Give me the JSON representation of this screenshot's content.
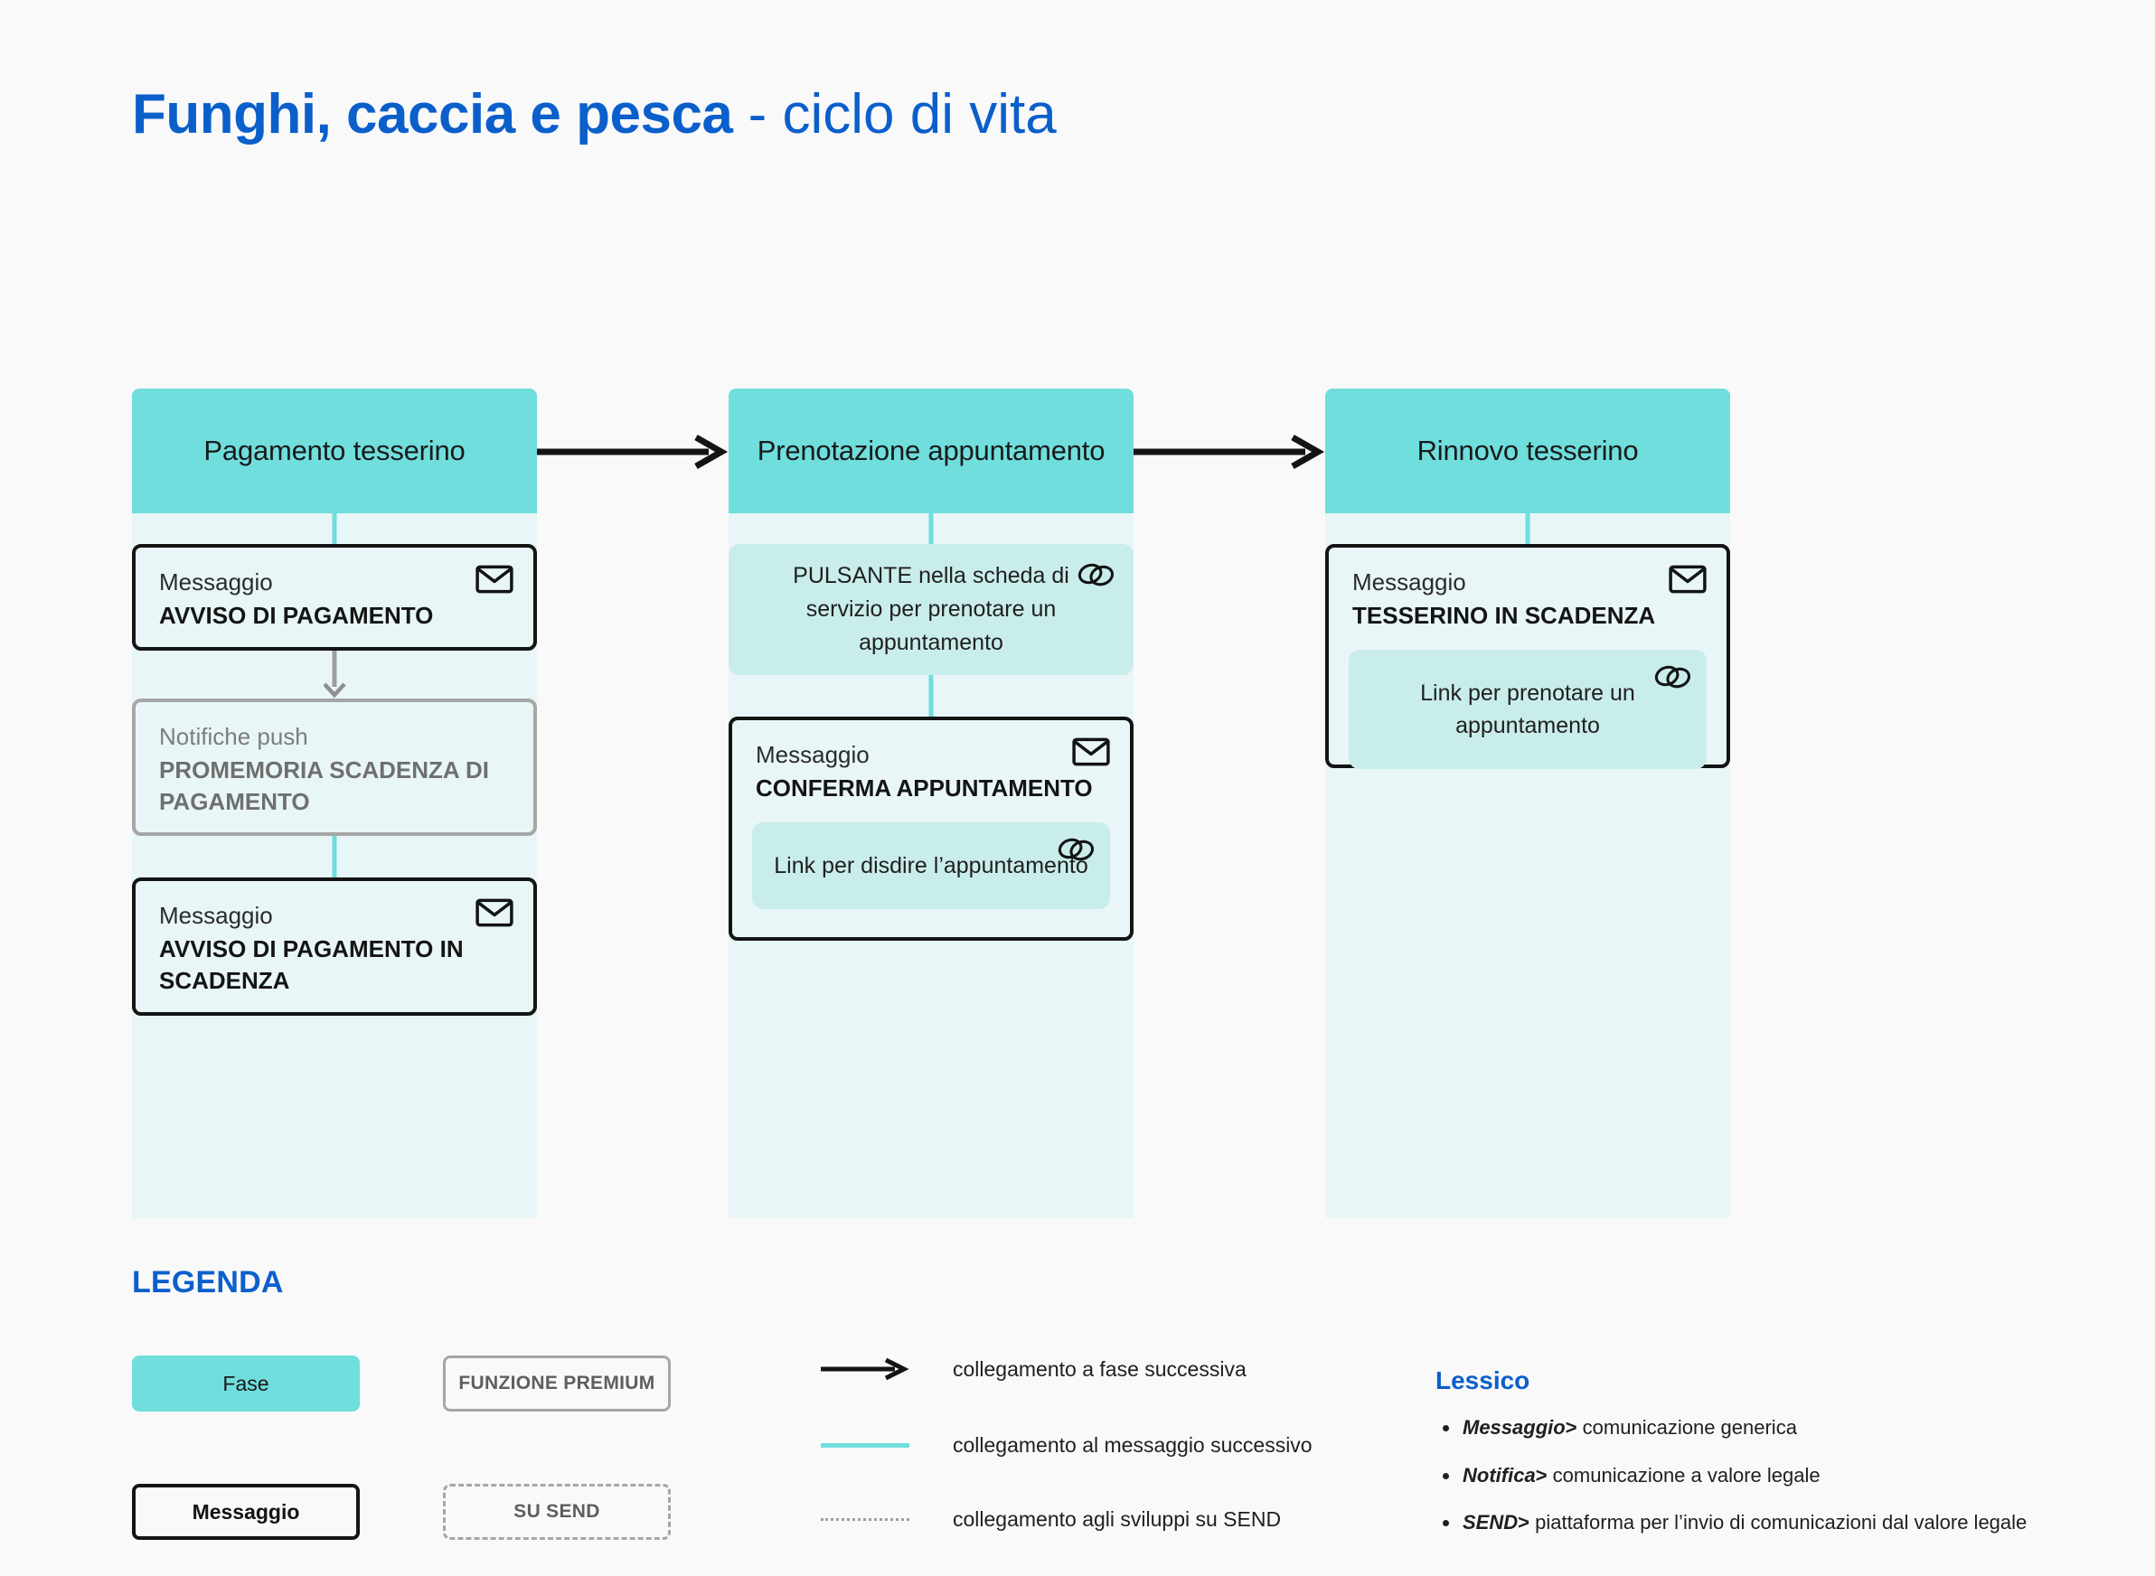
{
  "title": {
    "strong": "Funghi, caccia e pesca",
    "light": " - ciclo di vita"
  },
  "colors": {
    "brand_blue": "#0B5FCB",
    "phase_teal": "#6FDEDD",
    "phase_body": "#E9F6F7",
    "link_chip": "#C9EDEB",
    "gray_border": "#A6A6A6",
    "page_bg": "#F9F9FA"
  },
  "flow": {
    "columns": [
      {
        "phase": "Pagamento tesserino",
        "boxes": [
          {
            "type": "message",
            "kind": "Messaggio",
            "name": "AVVISO DI PAGAMENTO",
            "icon": "envelope-icon"
          },
          {
            "type": "push",
            "kind": "Notifiche push",
            "name": "PROMEMORIA SCADENZA DI PAGAMENTO",
            "icon": null
          },
          {
            "type": "message",
            "kind": "Messaggio",
            "name": "AVVISO DI PAGAMENTO IN SCADENZA",
            "icon": "envelope-icon"
          }
        ]
      },
      {
        "phase": "Prenotazione appuntamento",
        "boxes": [
          {
            "type": "plain",
            "text": "PULSANTE nella scheda di servizio per prenotare un appuntamento",
            "icon": "link-icon"
          },
          {
            "type": "message",
            "kind": "Messaggio",
            "name": "CONFERMA APPUNTAMENTO",
            "icon": "envelope-icon",
            "chip": {
              "text": "Link per disdire l’appuntamento",
              "icon": "link-icon"
            }
          }
        ]
      },
      {
        "phase": "Rinnovo tesserino",
        "boxes": [
          {
            "type": "message",
            "kind": "Messaggio",
            "name": "TESSERINO IN SCADENZA",
            "icon": "envelope-icon",
            "chip": {
              "text": "Link per prenotare un appuntamento",
              "icon": "link-icon"
            }
          }
        ]
      }
    ]
  },
  "legend": {
    "title": "LEGENDA",
    "chips": [
      {
        "label": "Fase",
        "style": "fase"
      },
      {
        "label": "FUNZIONE PREMIUM",
        "style": "premium"
      },
      {
        "label": "Messaggio",
        "style": "messaggio"
      },
      {
        "label": "SU SEND",
        "style": "send"
      }
    ],
    "lines": [
      {
        "sample": "black-arrow",
        "label": "collegamento a fase successiva"
      },
      {
        "sample": "teal-line",
        "label": "collegamento al messaggio successivo"
      },
      {
        "sample": "dotted-line",
        "label": "collegamento agli sviluppi su SEND"
      }
    ]
  },
  "lessico": {
    "title": "Lessico",
    "items": [
      {
        "term": "Messaggio",
        "sep": ">",
        "definition": " comunicazione generica"
      },
      {
        "term": "Notifica",
        "sep": ">",
        "definition": " comunicazione a valore legale"
      },
      {
        "term": "SEND",
        "sep": ">",
        "definition": " piattaforma per  l’invio di comunicazioni dal valore legale"
      }
    ]
  }
}
